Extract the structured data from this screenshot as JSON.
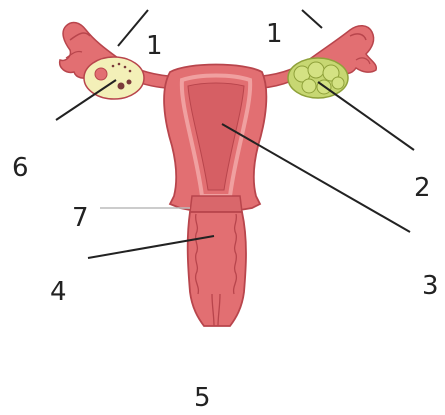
{
  "labels": {
    "tube_left": "1",
    "tube_right": "1",
    "ovary_right": "2",
    "uterus": "3",
    "vagina": "4",
    "opening": "5",
    "ovary_left": "6",
    "cervix": "7"
  },
  "colors": {
    "tissue": "#e26f72",
    "tissue_dark": "#b8454c",
    "tissue_light": "#f0a0a0",
    "ovary_left_fill": "#f3f0b8",
    "ovary_right_fill": "#c7d772",
    "ovary_right_dark": "#8fa13a",
    "leader_line": "#222222"
  }
}
